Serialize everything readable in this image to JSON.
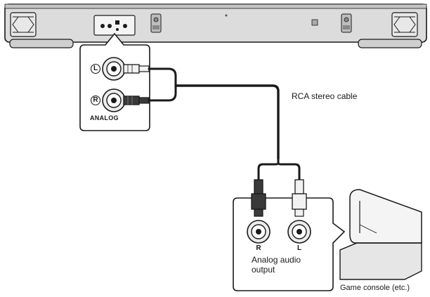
{
  "labels": {
    "cable": "RCA stereo cable",
    "console": "Game console (etc.)"
  },
  "soundbar_panel": {
    "left_mark": "L",
    "right_mark": "R",
    "title": "ANALOG"
  },
  "console_panel": {
    "right_mark": "R",
    "left_mark": "L",
    "caption_line1": "Analog audio",
    "caption_line2": "output"
  },
  "colors": {
    "outline": "#1a1a1a",
    "device_fill": "#d9d9d9",
    "plug_red": "#3a3a3a",
    "plug_white": "#f2f2f2"
  }
}
